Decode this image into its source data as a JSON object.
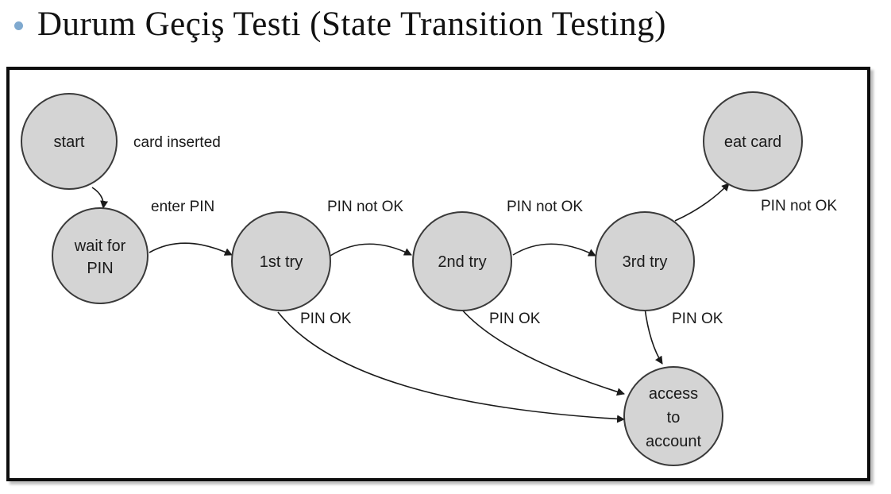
{
  "slide": {
    "title": "Durum Geçiş Testi (State Transition Testing)"
  },
  "diagram": {
    "nodes": {
      "start": [
        "start"
      ],
      "wait_for_pin": [
        "wait for",
        "PIN"
      ],
      "first_try": [
        "1st try"
      ],
      "second_try": [
        "2nd try"
      ],
      "third_try": [
        "3rd try"
      ],
      "eat_card": [
        "eat card"
      ],
      "access_to_account": [
        "access",
        "to",
        "account"
      ]
    },
    "edge_labels": {
      "card_inserted": "card inserted",
      "enter_pin": "enter PIN",
      "pin_not_ok_1": "PIN not OK",
      "pin_not_ok_2": "PIN not OK",
      "pin_not_ok_3": "PIN not OK",
      "pin_ok_1": "PIN OK",
      "pin_ok_2": "PIN OK",
      "pin_ok_3": "PIN OK"
    },
    "colors": {
      "node_fill": "#d4d4d4",
      "node_stroke": "#3a3a3a",
      "frame": "#0d0d0d",
      "bullet": "#7fa9cf"
    }
  }
}
